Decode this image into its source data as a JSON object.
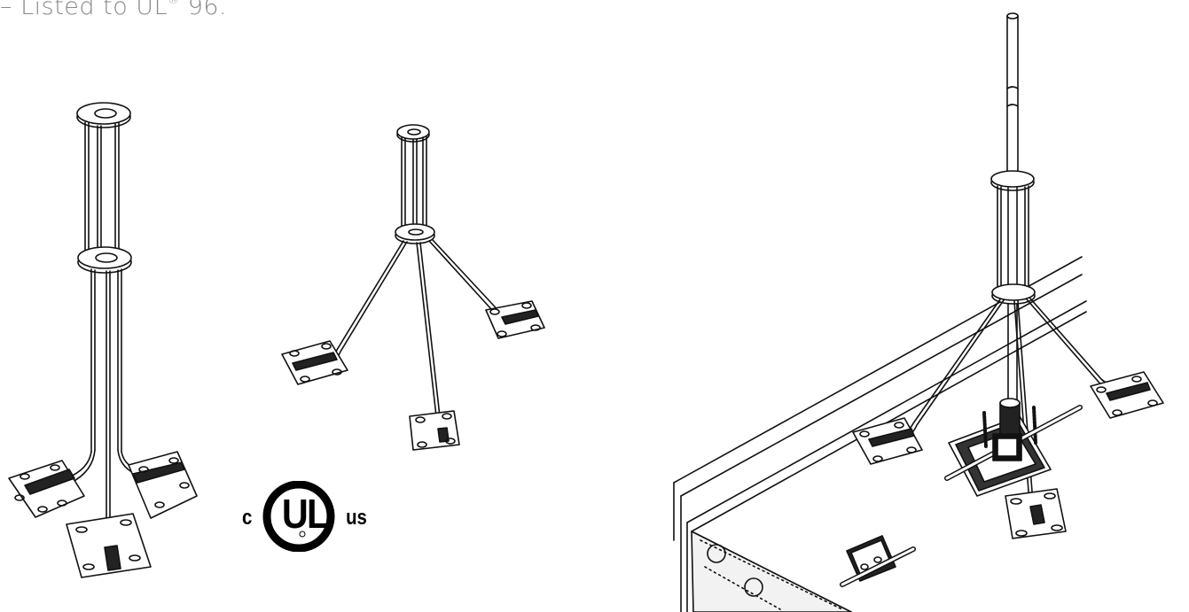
{
  "caption": {
    "dash": "–",
    "text": " Listed to UL",
    "reg": "®",
    "suffix": " 96."
  },
  "ul_logo": {
    "left": "c",
    "center": "UL",
    "right": "us"
  },
  "icons": [
    "tall-tripod-air-terminal-illustration",
    "short-tripod-air-terminal-illustration",
    "roof-mounted-air-terminal-illustration",
    "ul-listed-logo"
  ]
}
